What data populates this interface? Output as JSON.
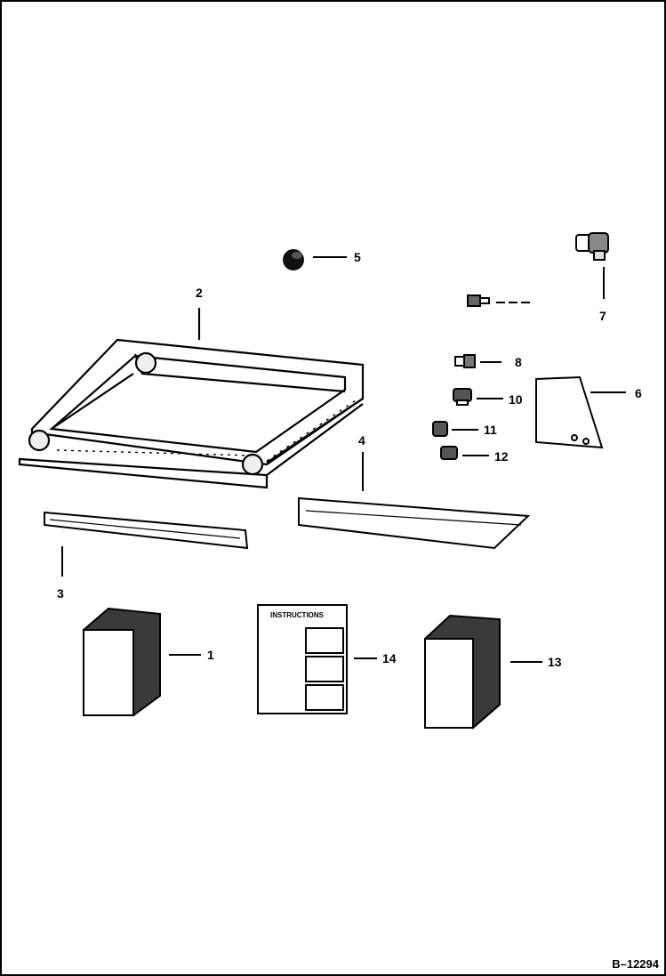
{
  "figure_id": "B–12294",
  "callouts": {
    "c1": "1",
    "c2": "2",
    "c3": "3",
    "c4": "4",
    "c5": "5",
    "c6": "6",
    "c7": "7",
    "c8": "8",
    "c10": "10",
    "c11": "11",
    "c12": "12",
    "c13": "13",
    "c14": "14"
  },
  "instruction_sheet": {
    "heading": "INSTRUCTIONS"
  },
  "colors": {
    "line": "#000000",
    "background": "#ffffff",
    "shade": "#3a3a3a"
  }
}
